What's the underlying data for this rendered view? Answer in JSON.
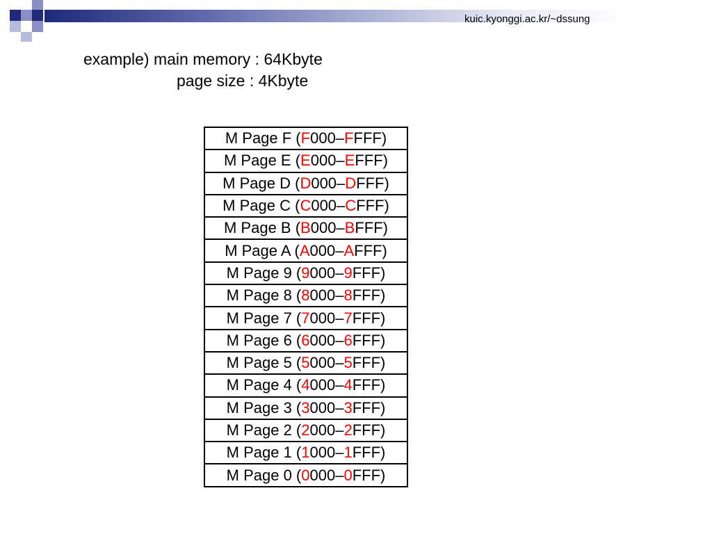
{
  "header": {
    "url": "kuic.kyonggi.ac.kr/~dssung",
    "colors": {
      "bar_dark": "#1f2a7a",
      "bar_light": "#ffffff",
      "square_dark": "#1f2a7a",
      "square_light": "#8a90c6"
    }
  },
  "example": {
    "line1": "example) main memory : 64Kbyte",
    "line2": "page size : 4Kbyte"
  },
  "pages": [
    {
      "label": "M Page F (",
      "d1": "F",
      "mid": "000–",
      "d2": "F",
      "tail": "FFF)"
    },
    {
      "label": "M Page E (",
      "d1": "E",
      "mid": "000–",
      "d2": "E",
      "tail": "FFF)"
    },
    {
      "label": "M Page D (",
      "d1": "D",
      "mid": "000–",
      "d2": "D",
      "tail": "FFF)"
    },
    {
      "label": "M Page C (",
      "d1": "C",
      "mid": "000–",
      "d2": "C",
      "tail": "FFF)"
    },
    {
      "label": "M Page B (",
      "d1": "B",
      "mid": "000–",
      "d2": "B",
      "tail": "FFF)"
    },
    {
      "label": "M Page A (",
      "d1": "A",
      "mid": "000–",
      "d2": "A",
      "tail": "FFF)"
    },
    {
      "label": "M Page 9 (",
      "d1": "9",
      "mid": "000–",
      "d2": "9",
      "tail": "FFF)"
    },
    {
      "label": "M Page 8 (",
      "d1": "8",
      "mid": "000–",
      "d2": "8",
      "tail": "FFF)"
    },
    {
      "label": "M Page 7 (",
      "d1": "7",
      "mid": "000–",
      "d2": "7",
      "tail": "FFF)"
    },
    {
      "label": "M Page 6 (",
      "d1": "6",
      "mid": "000–",
      "d2": "6",
      "tail": "FFF)"
    },
    {
      "label": "M Page 5 (",
      "d1": "5",
      "mid": "000–",
      "d2": "5",
      "tail": "FFF)"
    },
    {
      "label": "M Page 4 (",
      "d1": "4",
      "mid": "000–",
      "d2": "4",
      "tail": "FFF)"
    },
    {
      "label": "M Page 3 (",
      "d1": "3",
      "mid": "000–",
      "d2": "3",
      "tail": "FFF)"
    },
    {
      "label": "M Page 2 (",
      "d1": "2",
      "mid": "000–",
      "d2": "2",
      "tail": "FFF)"
    },
    {
      "label": "M Page 1 (",
      "d1": "1",
      "mid": "000–",
      "d2": "1",
      "tail": "FFF)"
    },
    {
      "label": "M Page 0 (",
      "d1": "0",
      "mid": "000–",
      "d2": "0",
      "tail": "FFF)"
    }
  ],
  "highlight_color": "#ff0000"
}
